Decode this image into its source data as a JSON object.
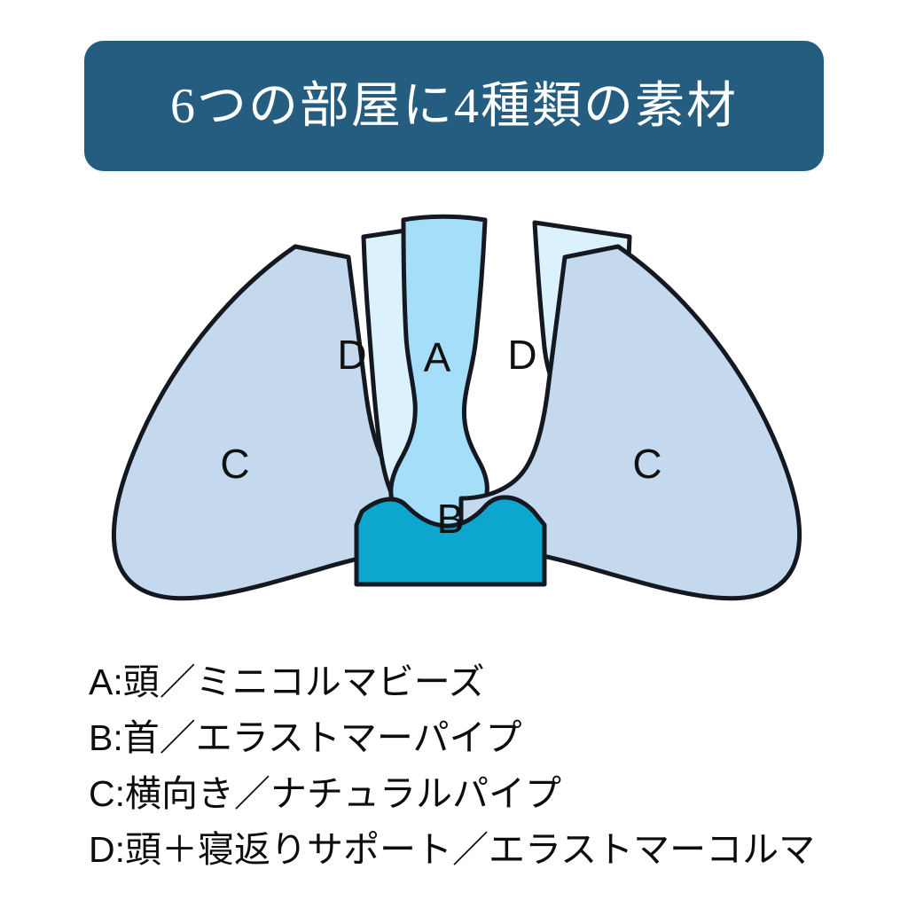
{
  "header": {
    "title": "6つの部屋に4種類の素材",
    "background_color": "#255d80",
    "text_color": "#ffffff"
  },
  "diagram": {
    "name": "pillow-chamber-cross-section",
    "outline_color": "#141820",
    "regions": [
      {
        "id": "c-left",
        "label": "C",
        "color": "#c5d9ee",
        "material_key": "C"
      },
      {
        "id": "d-left",
        "label": "D",
        "color": "#dbf2fc",
        "material_key": "D"
      },
      {
        "id": "a-center",
        "label": "A",
        "color": "#a5def9",
        "material_key": "A"
      },
      {
        "id": "d-right",
        "label": "D",
        "color": "#dbf2fc",
        "material_key": "D"
      },
      {
        "id": "c-right",
        "label": "C",
        "color": "#c5d9ee",
        "material_key": "C"
      },
      {
        "id": "b-neck",
        "label": "B",
        "color": "#0ca6ce",
        "material_key": "B"
      }
    ],
    "chamber_count": 6,
    "material_count": 4
  },
  "legend": {
    "items": [
      {
        "key": "A",
        "text": "A:頭／ミニコルマビーズ"
      },
      {
        "key": "B",
        "text": "B:首／エラストマーパイプ"
      },
      {
        "key": "C",
        "text": "C:横向き／ナチュラルパイプ"
      },
      {
        "key": "D",
        "text": "D:頭＋寝返りサポート／エラストマーコルマ"
      }
    ]
  }
}
